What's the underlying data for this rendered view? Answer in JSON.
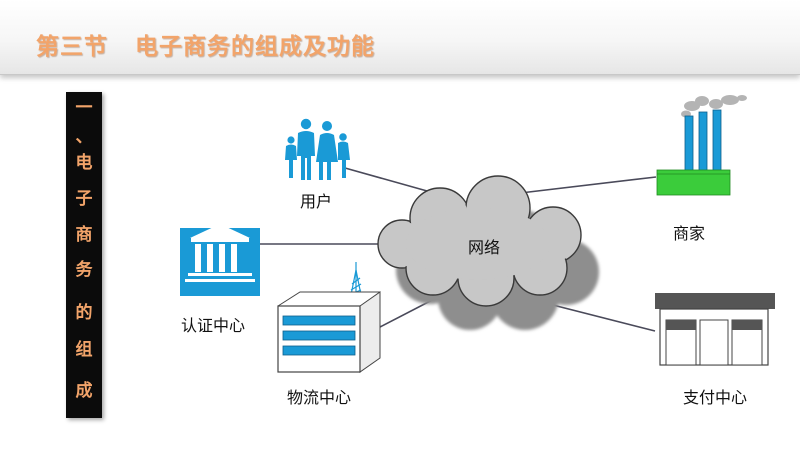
{
  "header": {
    "section": "第三节",
    "title": "电子商务的组成及功能"
  },
  "banner": {
    "characters": [
      "一",
      "、",
      "电",
      "子",
      "商",
      "务",
      "的",
      "组",
      "成"
    ]
  },
  "diagram": {
    "center_label": "网络",
    "nodes": {
      "user": "用户",
      "merchant": "商家",
      "certification": "认证中心",
      "logistics": "物流中心",
      "payment": "支付中心"
    }
  },
  "colors": {
    "title_orange": "#f2a46a",
    "banner_black": "#0b0b0b",
    "icon_blue": "#1a9ad6",
    "factory_green": "#3bcc3b",
    "cloud_gray": "#c7c7c7"
  }
}
